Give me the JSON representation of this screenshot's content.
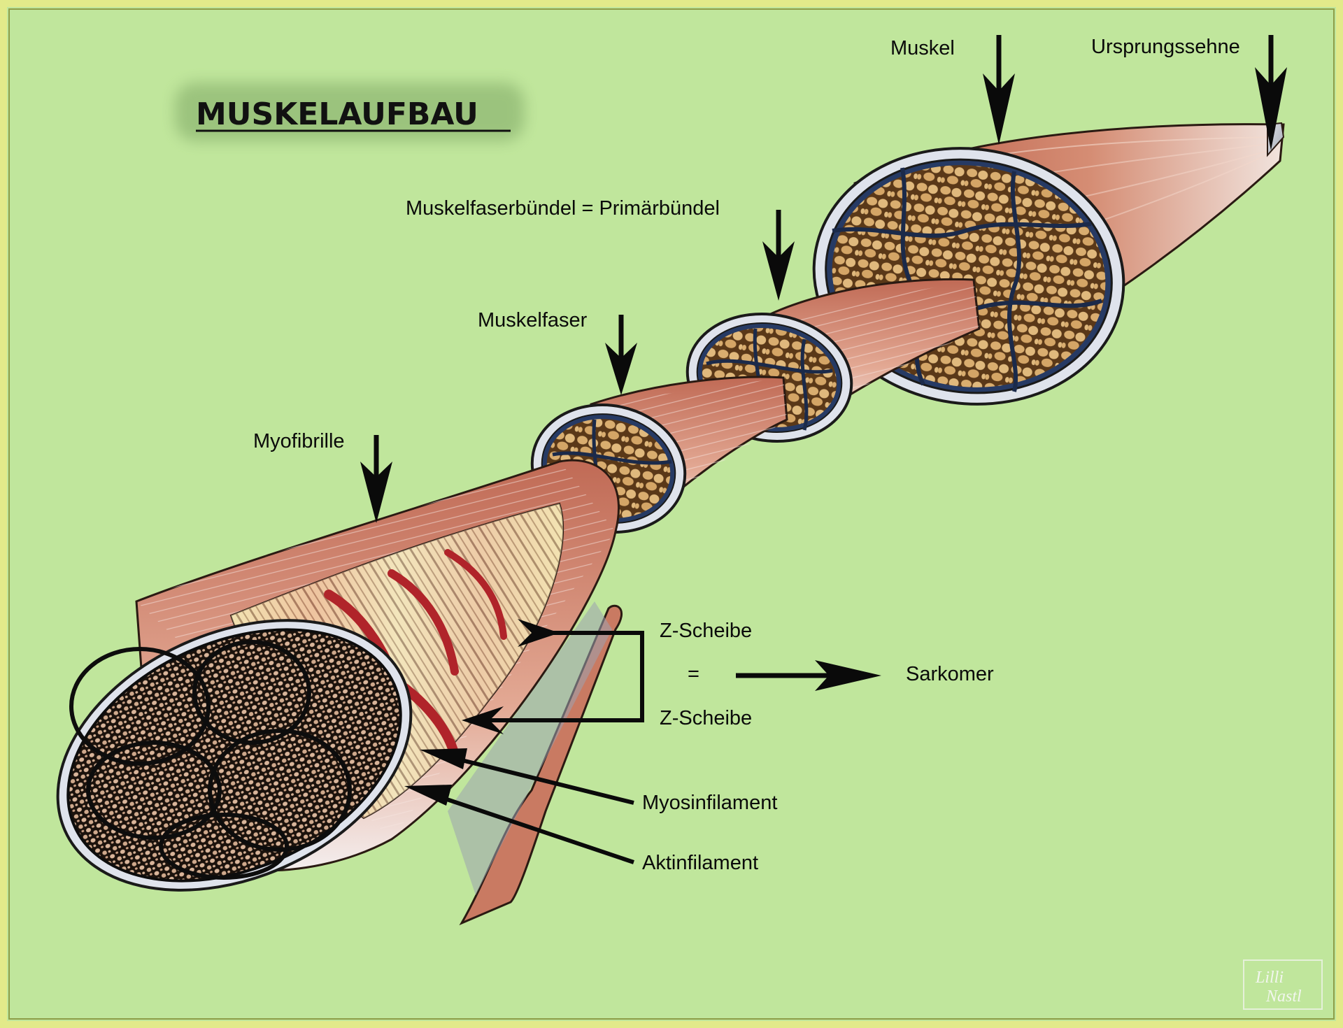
{
  "title": "MUSKELAUFBAU",
  "labels": {
    "muskel": "Muskel",
    "ursprungssehne": "Ursprungssehne",
    "muskelfaserbuendel": "Muskelfaserbündel = Primärbündel",
    "muskelfaser": "Muskelfaser",
    "myofibrille": "Myofibrille",
    "z_scheibe_top": "Z-Scheibe",
    "equals": "=",
    "z_scheibe_bottom": "Z-Scheibe",
    "sarkomer": "Sarkomer",
    "myosinfilament": "Myosinfilament",
    "aktinfilament": "Aktinfilament"
  },
  "watermark": {
    "line1": "Lilli",
    "line2": "Nastl"
  },
  "colors": {
    "background": "#c0e69c",
    "frame": "#e2ea8a",
    "muscle": "#c97a62",
    "tissue": "#dfe3ec",
    "bundle_fill": "#d8b078",
    "septa": "#5a3818",
    "dark_core": "#1b120c",
    "z_disc": "#b0242a"
  }
}
